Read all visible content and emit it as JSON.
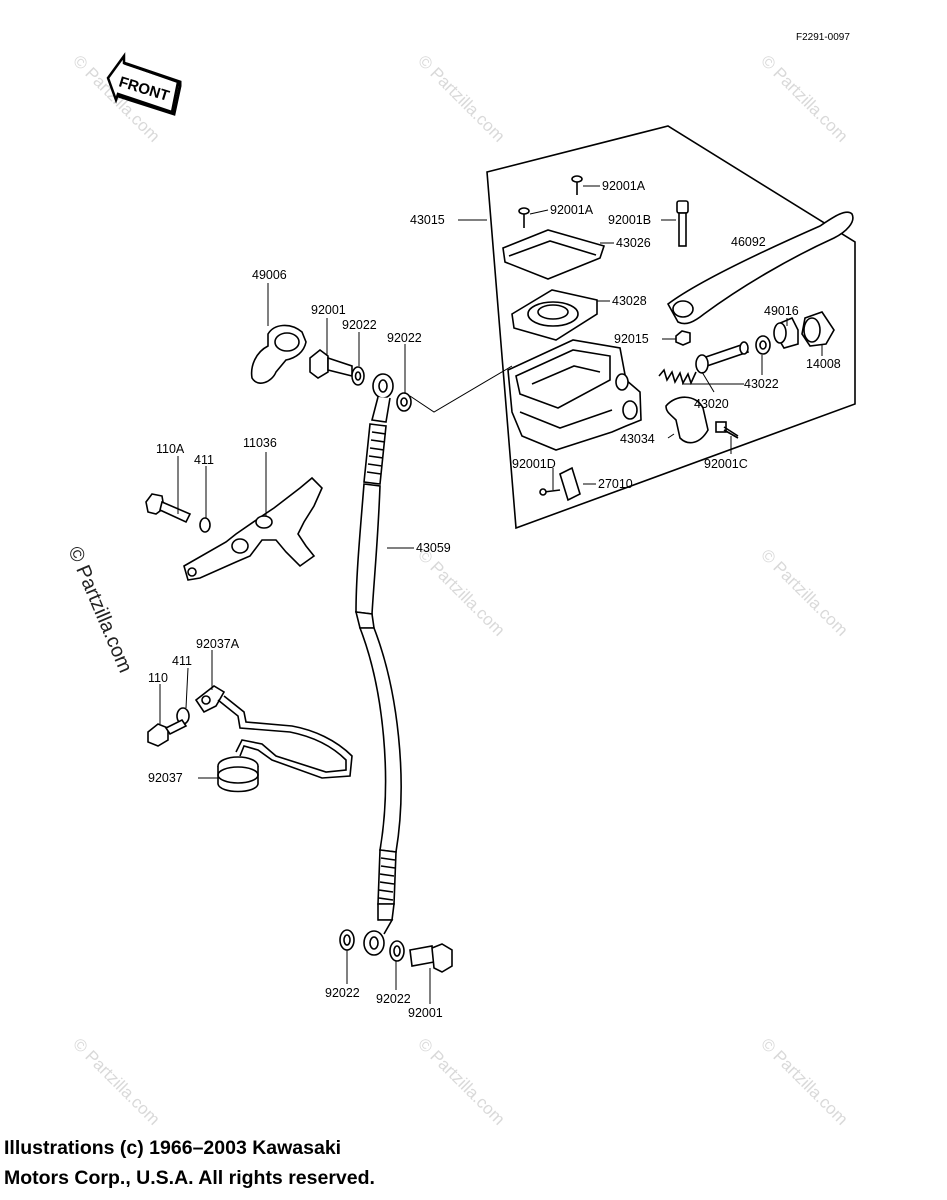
{
  "diagram": {
    "ref_code": "F2291-0097",
    "front_label": "FRONT",
    "labels": {
      "p43015": "43015",
      "p92001A_1": "92001A",
      "p92001A_2": "92001A",
      "p92001B": "92001B",
      "p43026": "43026",
      "p46092": "46092",
      "p43028": "43028",
      "p92015": "92015",
      "p49016": "49016",
      "p14008": "14008",
      "p43022": "43022",
      "p43020": "43020",
      "p43034": "43034",
      "p92001C": "92001C",
      "p92001D": "92001D",
      "p27010": "27010",
      "p49006": "49006",
      "p92001_top": "92001",
      "p92022_a": "92022",
      "p92022_b": "92022",
      "p110A": "110A",
      "p411_a": "411",
      "p11036": "11036",
      "p43059": "43059",
      "p92037A": "92037A",
      "p411_b": "411",
      "p110": "110",
      "p92037": "92037",
      "p92022_c": "92022",
      "p92022_d": "92022",
      "p92001_bot": "92001"
    },
    "watermark": "© Partzilla.com",
    "copyright_line1": "Illustrations (c) 1966–2003 Kawasaki",
    "copyright_line2": "Motors Corp., U.S.A.  All rights reserved."
  }
}
